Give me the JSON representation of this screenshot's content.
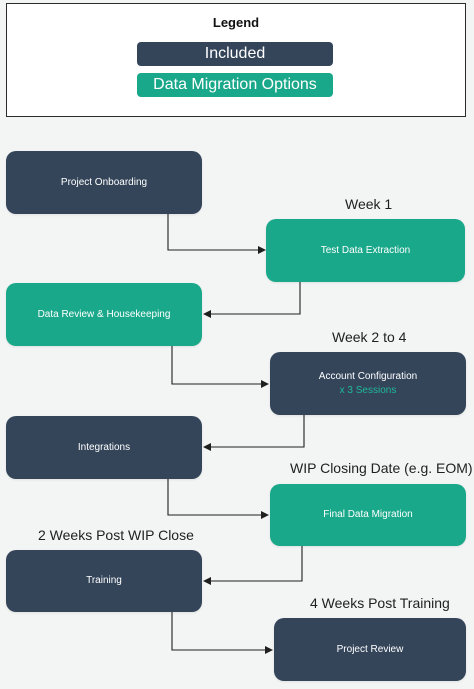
{
  "colors": {
    "included": "#34455a",
    "migration": "#1aa88a",
    "accent_text": "#1fb899"
  },
  "legend": {
    "title": "Legend",
    "included": "Included",
    "migration": "Data Migration Options"
  },
  "steps": {
    "project_onboarding": "Project Onboarding",
    "test_data_extraction": "Test Data Extraction",
    "data_review": "Data Review & Housekeeping",
    "account_configuration": "Account Configuration",
    "account_configuration_sub": "x 3 Sessions",
    "integrations": "Integrations",
    "final_data_migration": "Final Data Migration",
    "training": "Training",
    "project_review": "Project Review"
  },
  "milestones": {
    "week1": "Week 1",
    "week2to4": "Week 2 to 4",
    "wip_closing": "WIP Closing Date (e.g. EOM)",
    "post_wip": "2 Weeks Post WIP Close",
    "post_training": "4 Weeks Post Training"
  }
}
